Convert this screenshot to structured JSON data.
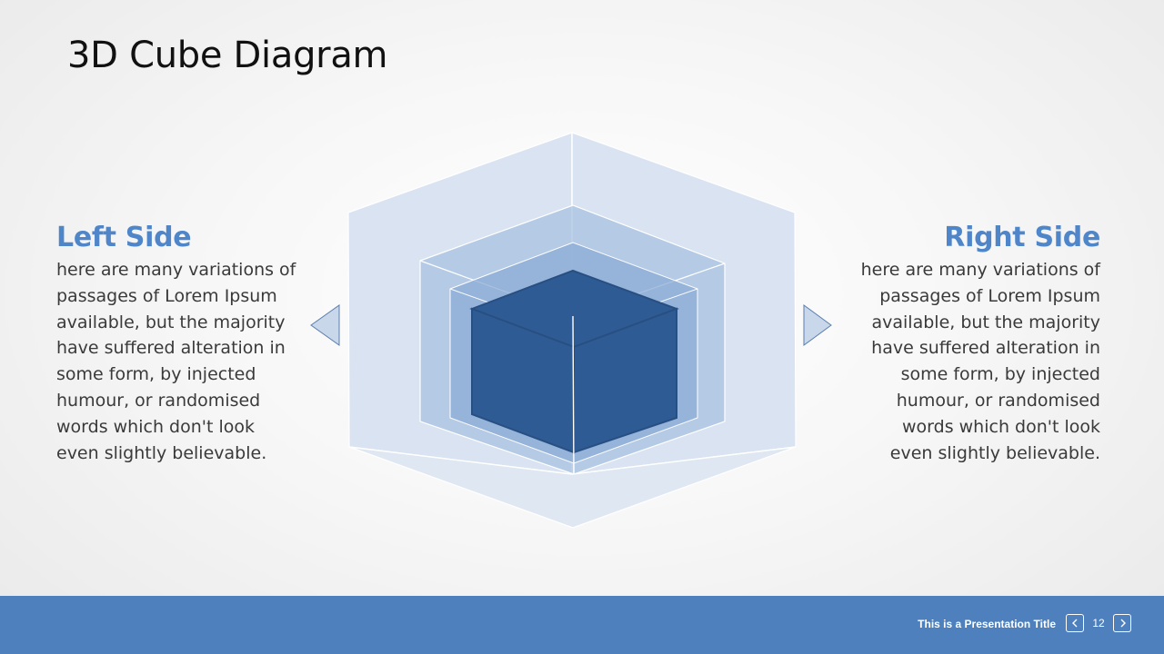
{
  "slide": {
    "title": "3D Cube Diagram"
  },
  "left_side": {
    "heading": "Left Side",
    "body_lines": [
      "here are many variations of",
      "passages of Lorem Ipsum",
      "available, but the majority",
      "have suffered alteration in",
      "some form, by injected",
      "humour, or randomised",
      "words which don't look",
      "even slightly believable."
    ]
  },
  "right_side": {
    "heading": "Right Side",
    "body_lines": [
      "here are many variations of",
      "passages of Lorem Ipsum",
      "available, but the majority",
      "have suffered alteration in",
      "some form, by injected",
      "humour, or randomised",
      "words which don't look",
      "even slightly believable."
    ]
  },
  "diagram": {
    "layers": 3,
    "colors": {
      "outer_shell": "#d8e2f0",
      "middle_shell": "#a8c1e0",
      "inner_shell": "#8cabd6",
      "core_cube": "#2f5b94",
      "arrow_fill": "#c9d7ea",
      "arrow_stroke": "#5b7fae"
    },
    "left_arrow_icon": "triangle-left-icon",
    "right_arrow_icon": "triangle-right-icon"
  },
  "footer": {
    "presentation_title": "This is a Presentation Title",
    "page_number": "12",
    "prev_icon": "chevron-left-icon",
    "next_icon": "chevron-right-icon",
    "background_color": "#4d80bd"
  }
}
